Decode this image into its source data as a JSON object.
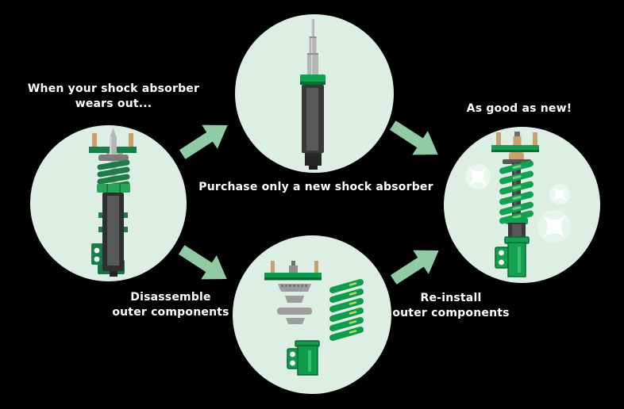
{
  "colors": {
    "background": "#000000",
    "circle_fill": "#ddefe5",
    "arrow_green": "#90cba3",
    "brand_green": "#0f9b4c",
    "dark_green": "#0a6b36",
    "worn_green": "#1e7b48",
    "stud_tan": "#c9a06d",
    "text": "#ffffff"
  },
  "steps": {
    "worn": {
      "label_line1": "When your shock absorber",
      "label_line2": "wears out...",
      "icon": "worn-coilover-illustration"
    },
    "purchase": {
      "label": "Purchase only a new shock absorber",
      "icon": "new-shock-absorber-illustration"
    },
    "disassemble": {
      "label_line1": "Disassemble",
      "label_line2": "outer components",
      "icon": "disassembled-components-illustration"
    },
    "reinstall": {
      "label_line1": "Re-install",
      "label_line2": "outer components"
    },
    "restored": {
      "label": "As good as new!",
      "icon": "restored-coilover-sparkles-illustration"
    }
  }
}
